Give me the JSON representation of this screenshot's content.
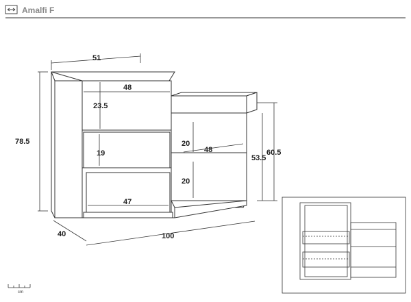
{
  "header": {
    "product_name": "Amalfi F",
    "width_icon": "width-arrows-icon"
  },
  "dimensions": {
    "top_width": "51",
    "inner_width_top": "48",
    "shelf_height": "23.5",
    "drawer_height": "19",
    "total_height": "78.5",
    "compartment_upper": "20",
    "compartment_lower": "20",
    "shelf_inner_width": "48",
    "drawer_inner_width": "47",
    "bench_height": "53.5",
    "seat_height": "60.5",
    "depth": "40",
    "total_width": "100"
  },
  "scale": {
    "unit": "cm"
  },
  "inset": {
    "description_icon": "cabinet-wireframe-icon"
  }
}
